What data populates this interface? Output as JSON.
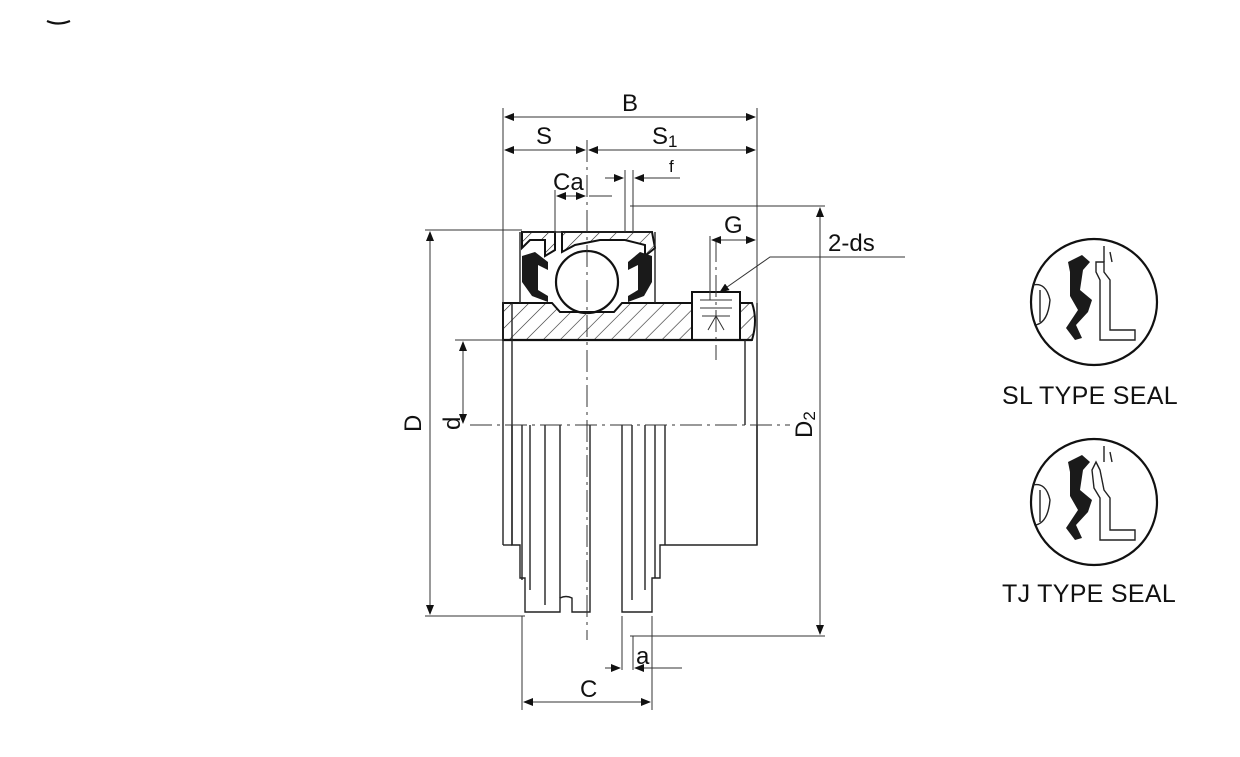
{
  "dimensions": {
    "B": "B",
    "S": "S",
    "S1_main": "S",
    "S1_sub": "1",
    "Ca": "Ca",
    "f": "f",
    "G": "G",
    "ds": "2-ds",
    "D": "D",
    "d": "d",
    "D2_main": "D",
    "D2_sub": "2",
    "a": "a",
    "C": "C"
  },
  "seal_details": [
    {
      "caption": "SL TYPE SEAL"
    },
    {
      "caption": "TJ TYPE SEAL"
    }
  ]
}
